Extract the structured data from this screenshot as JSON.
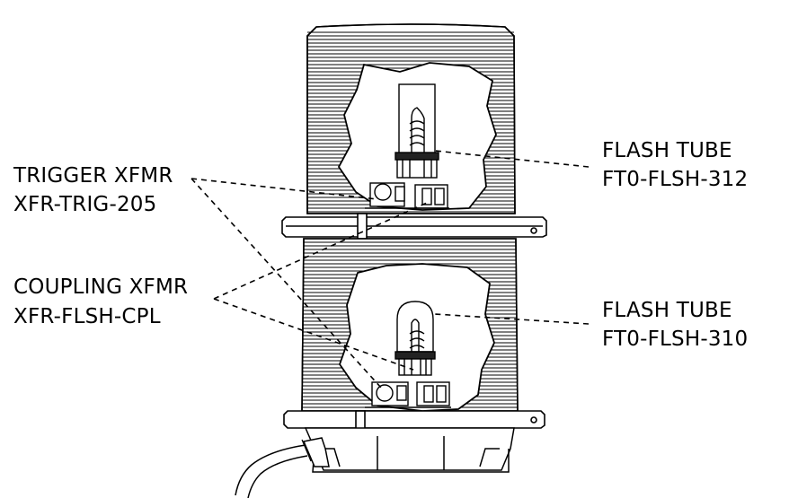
{
  "labels": {
    "trigger_name": "TRIGGER XFMR",
    "trigger_part": "XFR-TRIG-205",
    "coupling_name": "COUPLING XFMR",
    "coupling_part": "XFR-FLSH-CPL",
    "flash_upper_name": "FLASH TUBE",
    "flash_upper_part": "FT0-FLSH-312",
    "flash_lower_name": "FLASH TUBE",
    "flash_lower_part": "FT0-FLSH-310"
  },
  "colors": {
    "line": "#000000",
    "background": "#ffffff"
  }
}
